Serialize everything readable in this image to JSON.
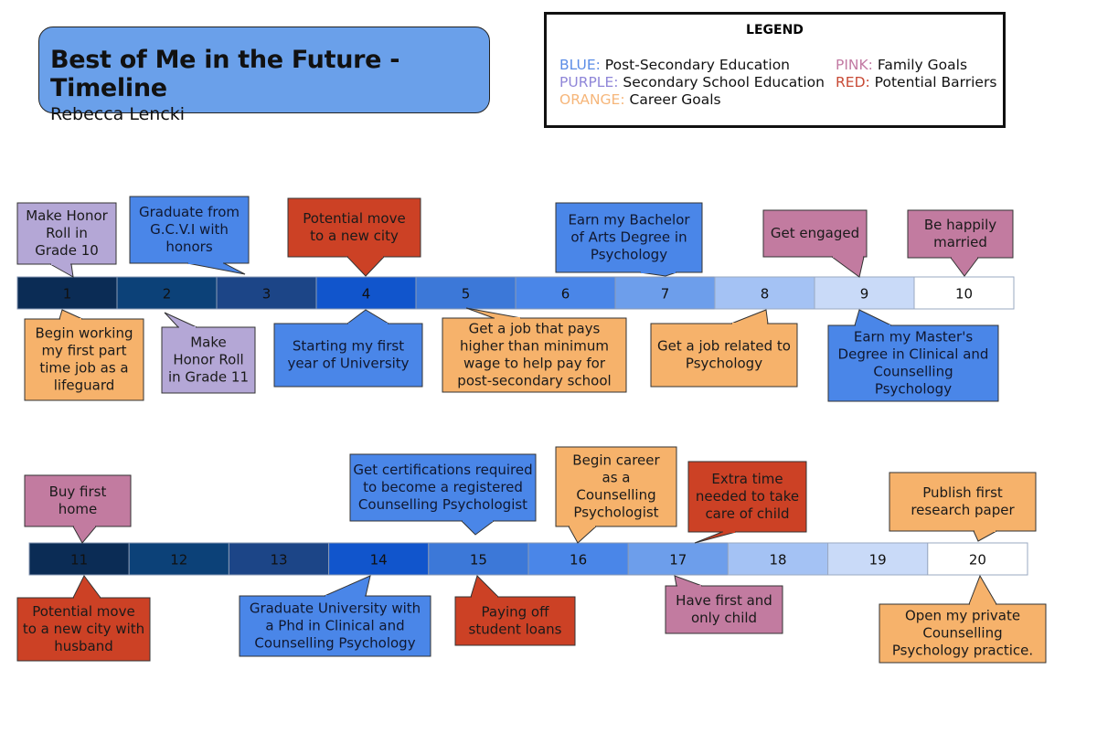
{
  "header": {
    "title": "Best of Me in the Future - Timeline",
    "author": "Rebecca Lencki"
  },
  "legend": {
    "title": "LEGEND",
    "items": [
      {
        "name": "BLUE:",
        "desc": "Post-Secondary Education",
        "color": "#5b8de6"
      },
      {
        "name": "PURPLE:",
        "desc": "Secondary School Education",
        "color": "#8f86d8"
      },
      {
        "name": "ORANGE:",
        "desc": "Career Goals",
        "color": "#f6b67a"
      },
      {
        "name": "PINK:",
        "desc": "Family Goals",
        "color": "#c27aa3"
      },
      {
        "name": "RED:",
        "desc": "Potential Barriers",
        "color": "#c84a35"
      }
    ]
  },
  "colors": {
    "blue": "#4a86e8",
    "purple": "#b4a7d6",
    "orange": "#f6b26b",
    "pink": "#c27ba0",
    "red": "#cc4125",
    "segments": [
      "#0b2c55",
      "#0c4178",
      "#1c4587",
      "#1155cc",
      "#3c78d8",
      "#4a86e8",
      "#6d9eeb",
      "#a4c2f4",
      "#c9daf8",
      "#ffffff"
    ]
  },
  "timelines": [
    {
      "segments": [
        "1",
        "2",
        "3",
        "4",
        "5",
        "6",
        "7",
        "8",
        "9",
        "10"
      ]
    },
    {
      "segments": [
        "11",
        "12",
        "13",
        "14",
        "15",
        "16",
        "17",
        "18",
        "19",
        "20"
      ]
    }
  ],
  "callouts": [
    {
      "text": [
        "Make Honor",
        "Roll in",
        "Grade 10"
      ],
      "category": "purple"
    },
    {
      "text": [
        "Graduate from",
        "G.C.V.I with",
        "honors"
      ],
      "category": "blue"
    },
    {
      "text": [
        "Potential move",
        "to a new city"
      ],
      "category": "red"
    },
    {
      "text": [
        "Earn my Bachelor",
        "of Arts Degree in",
        "Psychology"
      ],
      "category": "blue"
    },
    {
      "text": [
        "Get engaged"
      ],
      "category": "pink"
    },
    {
      "text": [
        "Be happily",
        "married"
      ],
      "category": "pink"
    },
    {
      "text": [
        "Begin working",
        "my first part",
        "time job as a",
        "lifeguard"
      ],
      "category": "orange"
    },
    {
      "text": [
        "Make",
        "Honor Roll",
        "in Grade 11"
      ],
      "category": "purple"
    },
    {
      "text": [
        "Starting my first",
        "year of University"
      ],
      "category": "blue"
    },
    {
      "text": [
        "Get a job that pays",
        "higher than minimum",
        "wage to help pay for",
        "post-secondary school"
      ],
      "category": "orange"
    },
    {
      "text": [
        "Get a job related to",
        "Psychology"
      ],
      "category": "orange"
    },
    {
      "text": [
        "Earn my Master's",
        "Degree in Clinical and",
        "Counselling",
        "Psychology"
      ],
      "category": "blue"
    },
    {
      "text": [
        "Buy first",
        "home"
      ],
      "category": "pink"
    },
    {
      "text": [
        "Get certifications required",
        "to become a registered",
        "Counselling Psychologist"
      ],
      "category": "blue"
    },
    {
      "text": [
        "Begin career",
        "as a",
        "Counselling",
        "Psychologist"
      ],
      "category": "orange"
    },
    {
      "text": [
        "Extra time",
        "needed to take",
        "care of child"
      ],
      "category": "red"
    },
    {
      "text": [
        "Publish first",
        "research paper"
      ],
      "category": "orange"
    },
    {
      "text": [
        "Potential move",
        "to a new city with",
        "husband"
      ],
      "category": "red"
    },
    {
      "text": [
        "Graduate University with",
        "a Phd in Clinical and",
        "Counselling Psychology"
      ],
      "category": "blue"
    },
    {
      "text": [
        "Paying off",
        "student loans"
      ],
      "category": "red"
    },
    {
      "text": [
        "Have first and",
        "only child"
      ],
      "category": "pink"
    },
    {
      "text": [
        "Open my private",
        "Counselling",
        "Psychology practice."
      ],
      "category": "orange"
    }
  ]
}
